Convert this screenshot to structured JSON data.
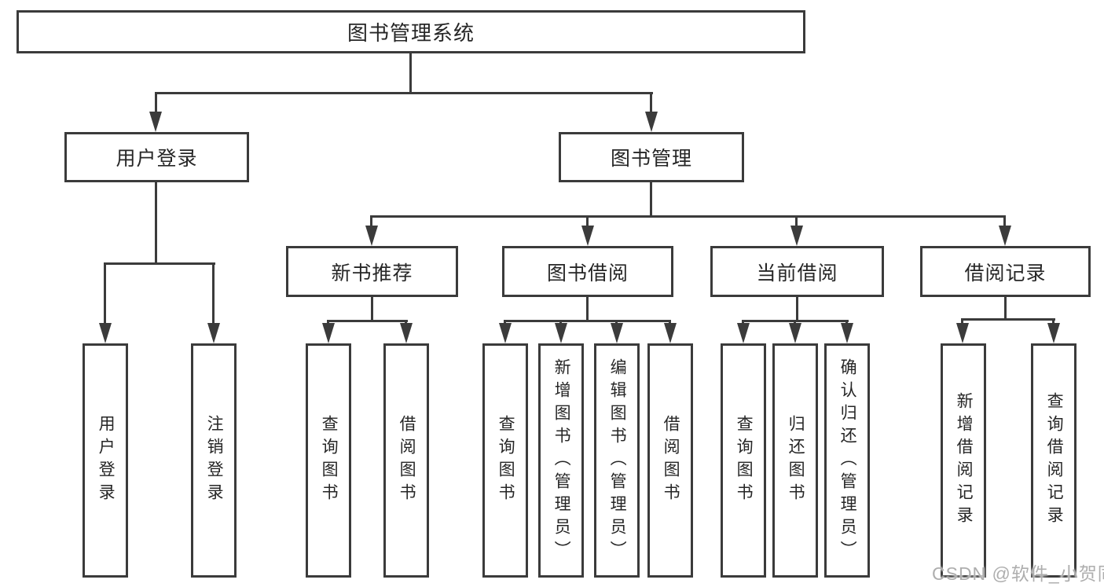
{
  "nodes": {
    "root": {
      "label": "图书管理系统"
    },
    "level2": [
      {
        "id": "user-login-group",
        "label": "用户登录"
      },
      {
        "id": "book-management",
        "label": "图书管理"
      }
    ],
    "level3": [
      {
        "id": "new-book-recommend",
        "label": "新书推荐"
      },
      {
        "id": "book-borrowing",
        "label": "图书借阅"
      },
      {
        "id": "current-borrowing",
        "label": "当前借阅"
      },
      {
        "id": "borrowing-records",
        "label": "借阅记录"
      }
    ],
    "leaves": [
      {
        "parent": "用户登录",
        "label": "用户登录"
      },
      {
        "parent": "用户登录",
        "label": "注销登录"
      },
      {
        "parent": "新书推荐",
        "label": "查询图书"
      },
      {
        "parent": "新书推荐",
        "label": "借阅图书"
      },
      {
        "parent": "图书借阅",
        "label": "查询图书"
      },
      {
        "parent": "图书借阅",
        "label": "新增图书（管理员）"
      },
      {
        "parent": "图书借阅",
        "label": "编辑图书（管理员）"
      },
      {
        "parent": "图书借阅",
        "label": "借阅图书"
      },
      {
        "parent": "当前借阅",
        "label": "查询图书"
      },
      {
        "parent": "当前借阅",
        "label": "归还图书"
      },
      {
        "parent": "当前借阅",
        "label": "确认归还（管理员）"
      },
      {
        "parent": "借阅记录",
        "label": "新增借阅记录"
      },
      {
        "parent": "借阅记录",
        "label": "查询借阅记录"
      }
    ]
  },
  "watermark": {
    "text": "CSDN @软件_小贺同学"
  },
  "colors": {
    "line": "#3b3b3b",
    "text": "#262626",
    "box_fill": "#ffffff",
    "background": "#ffffff",
    "watermark": "#aeaeae"
  }
}
